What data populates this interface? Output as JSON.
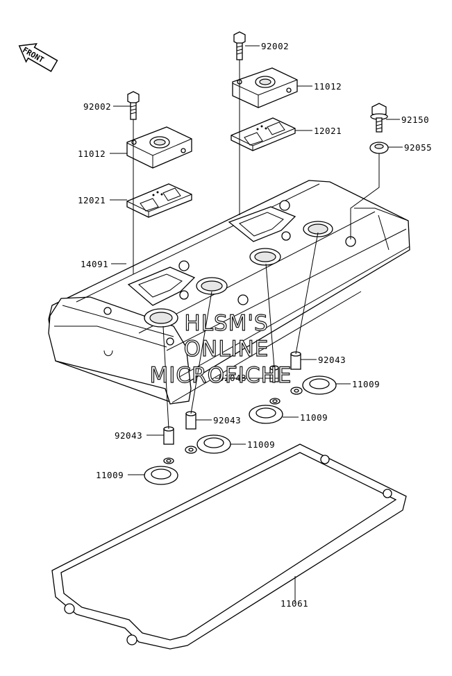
{
  "front_badge": "FRONT",
  "watermark": [
    "HLSM'S",
    "ONLINE",
    "MICROFICHE"
  ],
  "labels": {
    "bolt_top_right": "92002",
    "cap_top_right": "11012",
    "pad_top_right": "12021",
    "bolt_left": "92002",
    "cap_left": "11012",
    "pad_left": "12021",
    "bolt_right": "92150",
    "washer_right": "92055",
    "cover": "14091",
    "dowel_right": "92043",
    "dowel_mid": "92043",
    "dowel_center": "92043",
    "dowel_left": "92043",
    "seal_right": "11009",
    "seal_mid": "11009",
    "seal_center": "11009",
    "seal_left": "11009",
    "gasket": "11061"
  }
}
